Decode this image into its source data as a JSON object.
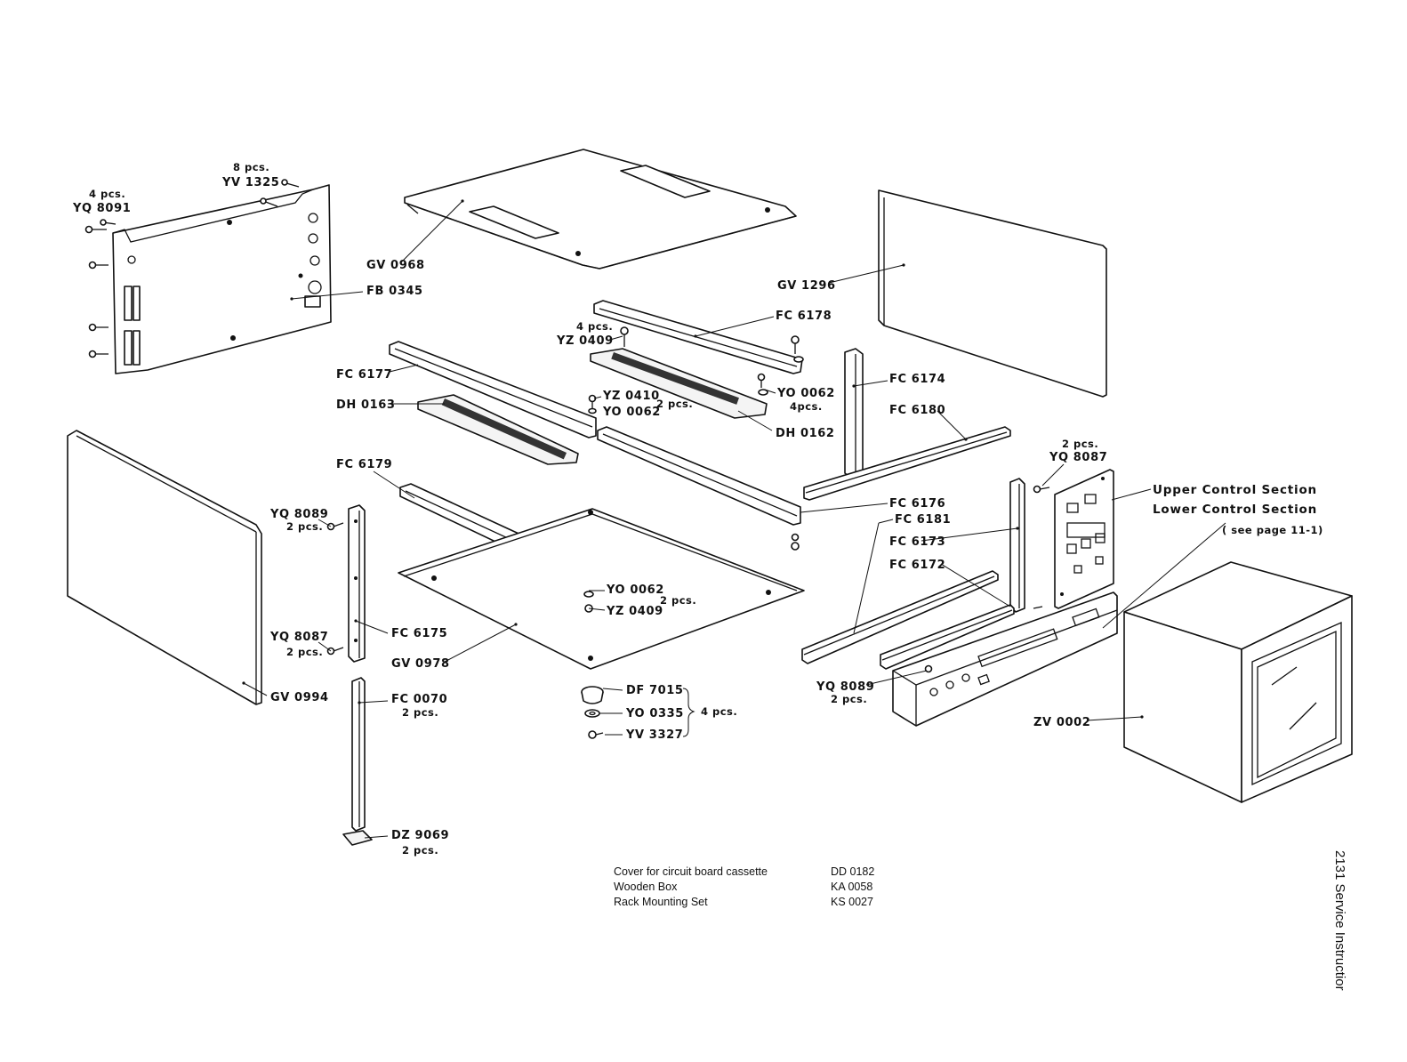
{
  "labels": {
    "yv1325": "YV 1325",
    "yv1325_qty": "8 pcs.",
    "yq8091": "YQ 8091",
    "yq8091_qty": "4 pcs.",
    "gv0968": "GV 0968",
    "fb0345": "FB 0345",
    "gv1296": "GV 1296",
    "fc6178": "FC 6178",
    "yz0409_top": "YZ 0409",
    "yz0409_top_qty": "4 pcs.",
    "fc6177": "FC 6177",
    "yz0410": "YZ 0410",
    "yo0062_mid": "YO 0062",
    "yz0410_qty": "2 pcs.",
    "yo0062_right": "YO 0062",
    "yo0062_right_qty": "4pcs.",
    "fc6174": "FC 6174",
    "dh0163": "DH 0163",
    "dh0162": "DH 0162",
    "fc6180": "FC 6180",
    "yq8087_top": "YQ 8087",
    "yq8087_top_qty": "2 pcs.",
    "fc6179": "FC 6179",
    "upper_control": "Upper Control Section",
    "lower_control": "Lower Control Section",
    "see_page": "( see page 11-1)",
    "fc6176": "FC 6176",
    "fc6181": "FC 6181",
    "yq8089_left": "YQ 8089",
    "yq8089_left_qty": "2 pcs.",
    "fc6173": "FC 6173",
    "fc6172": "FC 6172",
    "yo0062_low": "YO 0062",
    "yo0062_low_qty": "2 pcs.",
    "yz0409_low": "YZ 0409",
    "yq8087_left": "YQ 8087",
    "yq8087_left_qty": "2 pcs.",
    "fc6175": "FC 6175",
    "gv0978": "GV 0978",
    "gv0994": "GV 0994",
    "df7015": "DF 7015",
    "yo0335": "YO 0335",
    "yv3327": "YV 3327",
    "foot_qty": "4 pcs.",
    "fc0070": "FC 0070",
    "fc0070_qty": "2 pcs.",
    "yq8089_right": "YQ 8089",
    "yq8089_right_qty": "2 pcs.",
    "zv0002": "ZV 0002",
    "dz9069": "DZ 9069",
    "dz9069_qty": "2 pcs."
  },
  "accessories": [
    {
      "name": "Cover for circuit board cassette",
      "code": "DD 0182"
    },
    {
      "name": "Wooden Box",
      "code": "KA 0058"
    },
    {
      "name": "Rack Mounting Set",
      "code": "KS 0027"
    }
  ],
  "side_title": "2131 Service Instructior"
}
